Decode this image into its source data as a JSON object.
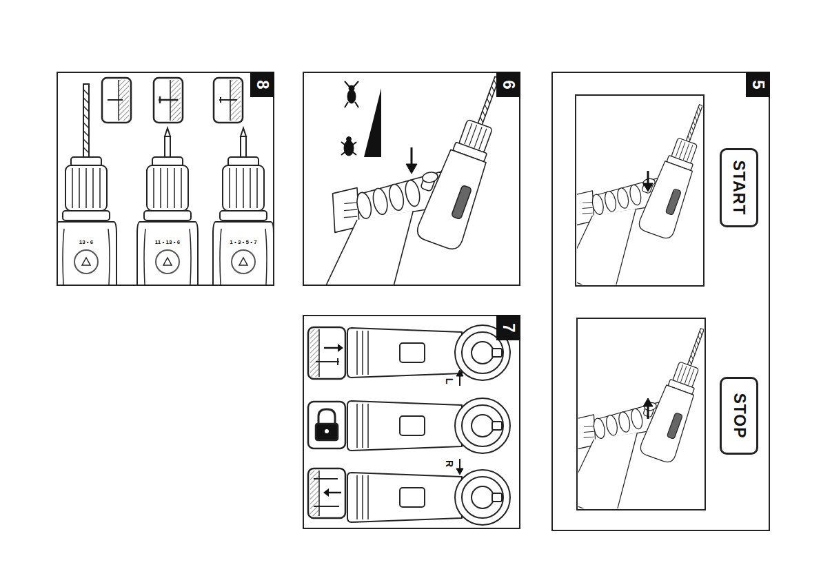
{
  "diagram": {
    "nodes": [
      {
        "text": [
          "5"
        ]
      },
      {
        "text": [
          "START"
        ],
        "in": 0
      },
      {
        "text": [
          "STOP"
        ],
        "in": 0
      },
      {
        "text": [
          "6"
        ]
      },
      {
        "text": [
          "7"
        ]
      },
      {
        "text": [
          "8"
        ]
      }
    ],
    "labels": [
      "13 • 6",
      "11 • 13 • 6",
      "1 • 3 • 5 • 7",
      "L",
      "R"
    ]
  }
}
